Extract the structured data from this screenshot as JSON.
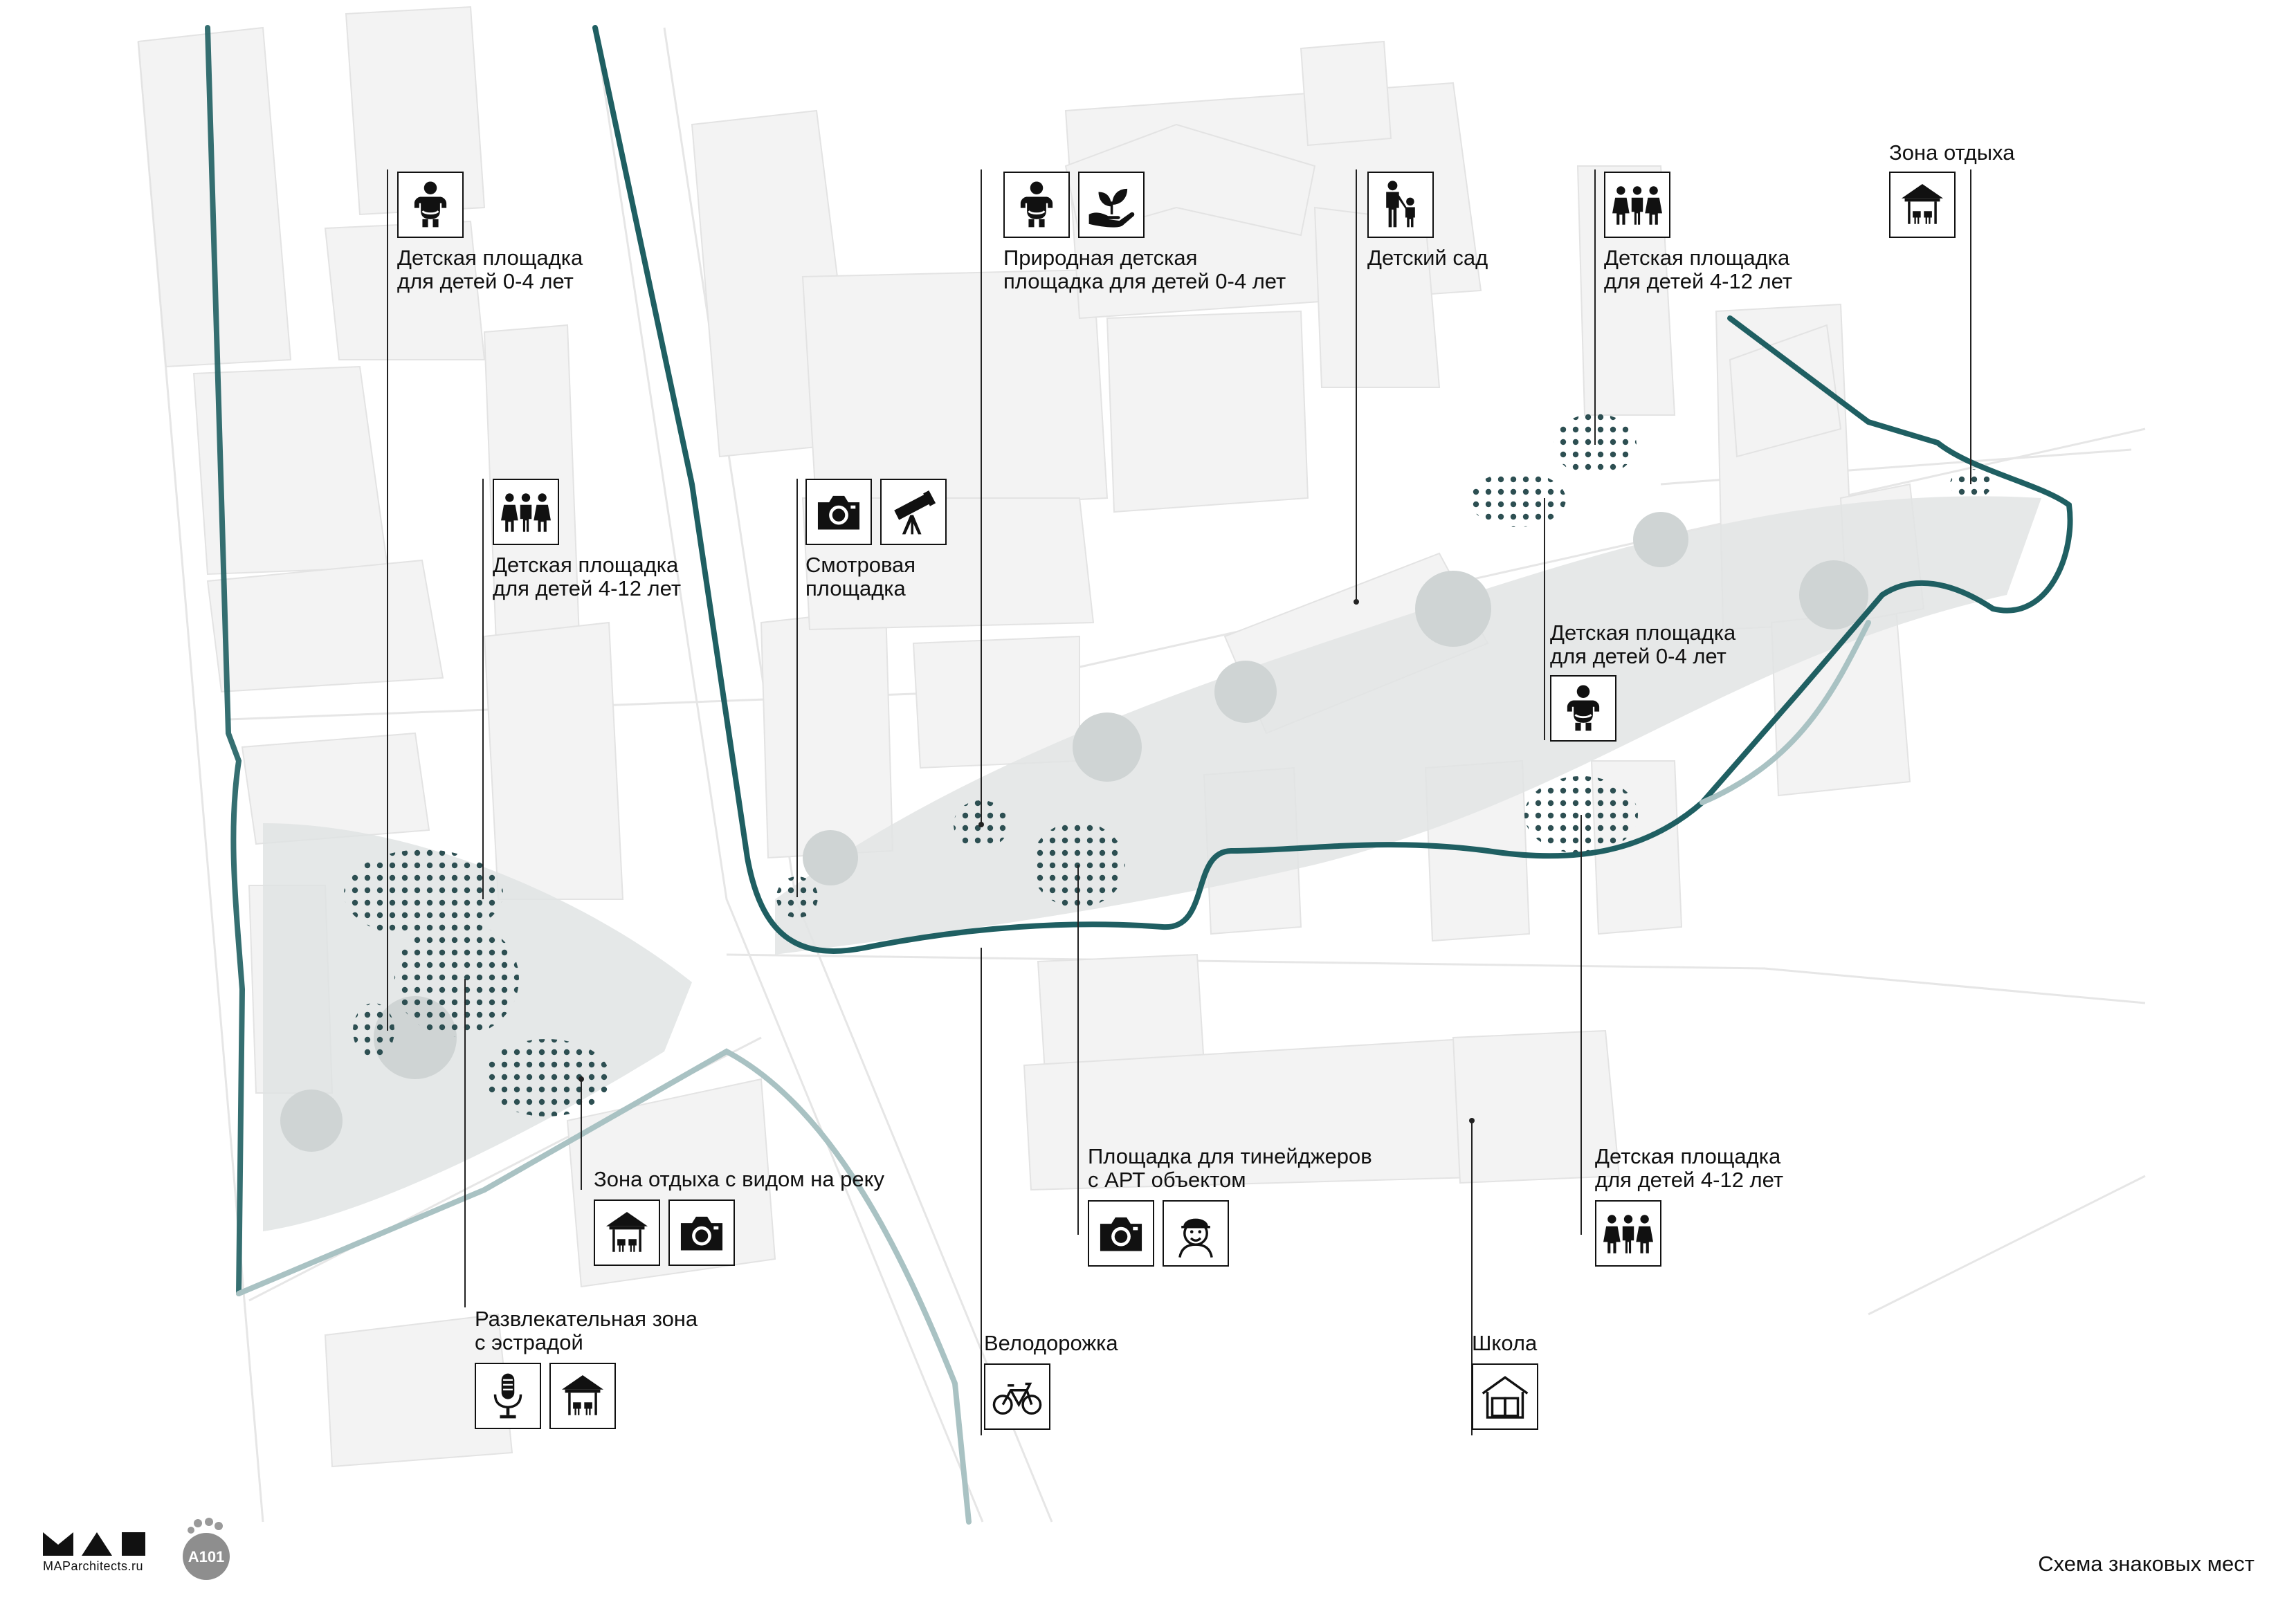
{
  "caption": "Схема знаковых мест",
  "logo": {
    "url_text": "MAParchitects.ru",
    "badge_text": "A101"
  },
  "colors": {
    "route_dark": "#1f5f62",
    "route_light": "#a9c2c3",
    "leader": "#222222"
  },
  "callouts": [
    {
      "id": "kids04-a",
      "label": "Детская площадка\nдля детей 0-4 лет",
      "icons": [
        "baby-icon"
      ]
    },
    {
      "id": "kids412-a",
      "label": "Детская площадка\nдля детей 4-12 лет",
      "icons": [
        "children-icon"
      ]
    },
    {
      "id": "viewpoint",
      "label": "Смотровая\nплощадка",
      "icons": [
        "camera-icon",
        "telescope-icon"
      ]
    },
    {
      "id": "nature04",
      "label": "Природная детская\nплощадка для детей 0-4 лет",
      "icons": [
        "baby-icon",
        "plant-hand-icon"
      ]
    },
    {
      "id": "kindergarten",
      "label": "Детский сад",
      "icons": [
        "parent-child-icon"
      ]
    },
    {
      "id": "kids412-b",
      "label": "Детская площадка\nдля детей 4-12 лет",
      "icons": [
        "children-icon"
      ]
    },
    {
      "id": "rest-a",
      "label": "Зона отдыха",
      "icons": [
        "gazebo-icon"
      ]
    },
    {
      "id": "kids04-b",
      "label": "Детская площадка\nдля детей 0-4 лет",
      "icons": [
        "baby-icon"
      ]
    },
    {
      "id": "river-rest",
      "label": "Зона отдыха с видом на реку",
      "icons": [
        "gazebo-icon",
        "camera-icon"
      ]
    },
    {
      "id": "teen",
      "label": "Площадка для тинейджеров\nс АРТ объектом",
      "icons": [
        "camera-icon",
        "teen-icon"
      ]
    },
    {
      "id": "kids412-c",
      "label": "Детская площадка\nдля детей 4-12 лет",
      "icons": [
        "children-icon"
      ]
    },
    {
      "id": "stage",
      "label": "Развлекательная зона\nс эстрадой",
      "icons": [
        "microphone-icon",
        "gazebo-icon"
      ]
    },
    {
      "id": "bike",
      "label": "Велодорожка",
      "icons": [
        "bicycle-icon"
      ]
    },
    {
      "id": "school",
      "label": "Школа",
      "icons": [
        "school-icon"
      ]
    }
  ]
}
